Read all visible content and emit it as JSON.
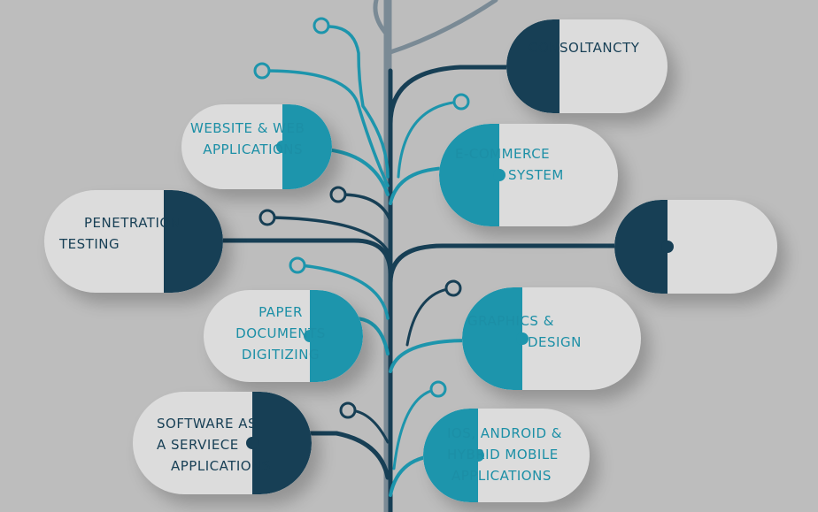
{
  "colors": {
    "background": "#bdbdbd",
    "pill_light": "#dcdcdc",
    "navy": "#173f55",
    "teal": "#1d95ac",
    "slate": "#7a8a95"
  },
  "nodes": {
    "consultancy": {
      "line1": "CONSOLTANCTY"
    },
    "website": {
      "line1": "WEBSITE & WEB",
      "line2": "APPLICATIONS"
    },
    "ecommerce": {
      "line1": "E-COMMERCE",
      "line2": "SYSTEM"
    },
    "penetration": {
      "line1": "PENETRATION",
      "line2": "TESTING"
    },
    "blank": {
      "line1": ""
    },
    "paper": {
      "line1": "PAPER",
      "line2": "DOCUMENTS",
      "line3": "DIGITIZING"
    },
    "graphics": {
      "line1": "GRAPHICS  &",
      "line2": "DESIGN"
    },
    "saas": {
      "line1": "SOFTWARE  AS",
      "line2": "A SERVIECE",
      "line3": "APPLICATIONS"
    },
    "mobile": {
      "line1": "IOS, ANDROID &",
      "line2": "HYBRID MOBILE",
      "line3": "APPLICATIONS"
    }
  }
}
